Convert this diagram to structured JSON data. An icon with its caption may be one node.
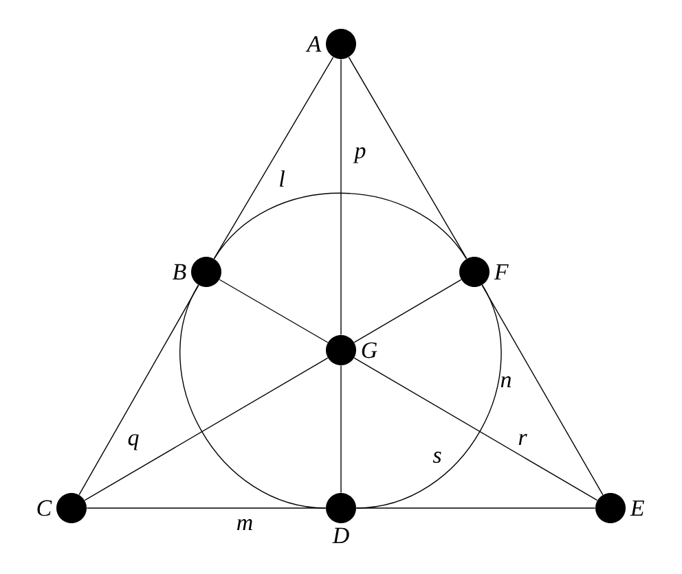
{
  "diagram": {
    "nodes": [
      {
        "text": [
          "A"
        ]
      },
      {
        "text": [
          "B"
        ]
      },
      {
        "text": [
          "F"
        ]
      },
      {
        "text": [
          "G"
        ]
      },
      {
        "text": [
          "C"
        ]
      },
      {
        "text": [
          "D"
        ]
      },
      {
        "text": [
          "E"
        ]
      }
    ],
    "edges": [
      {
        "from": 0,
        "to": 1,
        "arrow": "none",
        "label": "l"
      },
      {
        "from": 1,
        "to": 4,
        "arrow": "none"
      },
      {
        "from": 0,
        "to": 3,
        "arrow": "none",
        "label": "p"
      },
      {
        "from": 3,
        "to": 5,
        "arrow": "none"
      },
      {
        "from": 0,
        "to": 2,
        "arrow": "none"
      },
      {
        "from": 2,
        "to": 6,
        "arrow": "none",
        "label": "n"
      },
      {
        "from": 4,
        "to": 5,
        "arrow": "none",
        "label": "m"
      },
      {
        "from": 5,
        "to": 6,
        "arrow": "none"
      },
      {
        "from": 4,
        "to": 3,
        "arrow": "none",
        "label": "q"
      },
      {
        "from": 3,
        "to": 2,
        "arrow": "none"
      },
      {
        "from": 1,
        "to": 3,
        "arrow": "none"
      },
      {
        "from": 3,
        "to": 6,
        "arrow": "none",
        "label": "r"
      },
      {
        "from": 1,
        "to": 2,
        "arrow": "none"
      },
      {
        "from": 2,
        "to": 5,
        "arrow": "none",
        "label": "s"
      },
      {
        "from": 5,
        "to": 1,
        "arrow": "none"
      }
    ]
  }
}
